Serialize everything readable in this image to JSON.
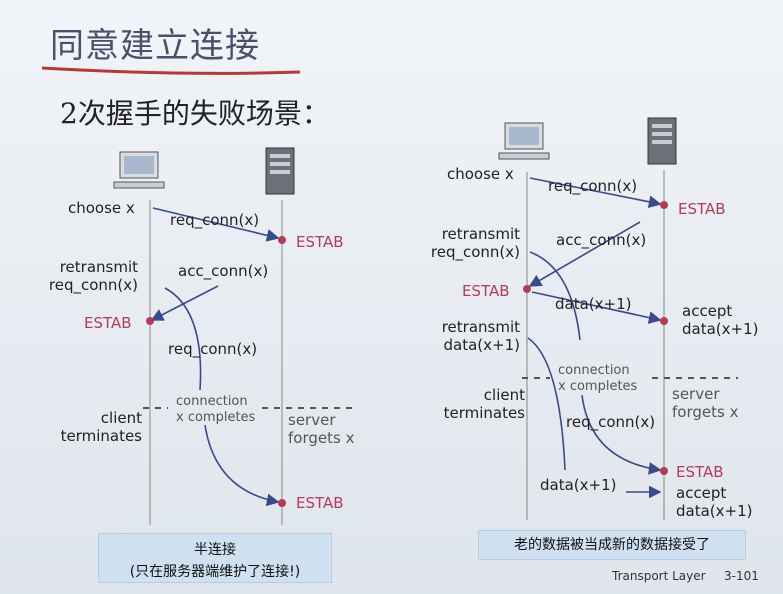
{
  "title": "同意建立连接",
  "subtitle": "2次握手的失败场景：",
  "left": {
    "choose": "choose x",
    "req1": "req_conn(x)",
    "estab_server": "ESTAB",
    "retransmit": "retransmit",
    "retransmit2": "req_conn(x)",
    "acc": "acc_conn(x)",
    "estab_client": "ESTAB",
    "req2": "req_conn(x)",
    "connection": "connection",
    "completes": "x completes",
    "client": "client",
    "terminates": "terminates",
    "server": "server",
    "forgets": "forgets x",
    "estab_final": "ESTAB",
    "note1": "半连接",
    "note2": "(只在服务器端维护了连接!)"
  },
  "right": {
    "choose": "choose x",
    "req1": "req_conn(x)",
    "estab_server": "ESTAB",
    "retransmit": "retransmit",
    "retransmit2": "req_conn(x)",
    "acc": "acc_conn(x)",
    "estab_client": "ESTAB",
    "data1": "data(x+1)",
    "accept": "accept",
    "accept_data": "data(x+1)",
    "retransmit_d": "retransmit",
    "retransmit_d2": "data(x+1)",
    "connection": "connection",
    "completes": "x completes",
    "client": "client",
    "terminates": "terminates",
    "server": "server",
    "forgets": "forgets x",
    "req2": "req_conn(x)",
    "estab_final": "ESTAB",
    "data2": "data(x+1)",
    "accept2": "accept",
    "accept2_data": "data(x+1)",
    "note": "老的数据被当成新的数据接受了"
  },
  "footer": {
    "layer": "Transport Layer",
    "page": "3-101"
  }
}
